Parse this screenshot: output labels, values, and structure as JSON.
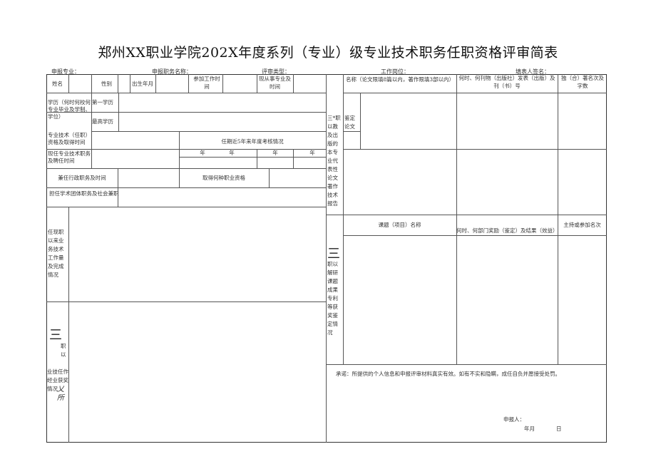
{
  "title": "郑州XX职业学院202X年度系列（专业）级专业技术职务任职资格评审简表",
  "header": {
    "apply_major": "申报专业：",
    "apply_position": "申报职务名称：",
    "review_type": "评审类型：",
    "work_post": "工作岗位：",
    "filler_sign": "填表人签名："
  },
  "left": {
    "name": "姓名",
    "gender": "性别",
    "birth": "出生年月",
    "join_work_time": "参加工作时间",
    "current_major_time": "现从事专业及时间",
    "education": "学历（何时何校何专业毕业及学制、学位）",
    "first_edu": "第一学历",
    "highest_edu": "最高学历",
    "qualification": "专业技术（任职）资格及取得时间",
    "assessment": "任期近5年来年度考核情况",
    "current_position": "现任专业技术职务及聘任时间",
    "year": "年",
    "admin_post": "兼任行政职务及时间",
    "vocational_cert": "取得何种职业资格",
    "academic_org": "担任学术团体职务及社会兼职",
    "workload": "任现职以来业务技术工作量及完成情况",
    "awards_mark": "三",
    "awards_main": "职以",
    "awards_rest": "业技任作经业获奖情况",
    "awards_note": "乂所"
  },
  "right": {
    "papers_side": "三*职以教及出版的本专业代表性论文著作技术报告",
    "papers_sub": "鉴定论文",
    "papers_col1": "名称（论文限填8篇以内，著作限填3部以内）",
    "papers_col2": "何时、何刊物（出版社）发表（出版）及刊（书）号",
    "papers_col3": "独（合）著名次及字数",
    "research_mark": "三",
    "research_side": "职以解研课题成果专利等获奖鉴定情况",
    "research_col1": "课题（项目）名称",
    "research_col2": "何时、何部门奖励（鉴定）及结果（效益）",
    "research_col3": "主持或参加名次",
    "commitment": "承诺：所提供的个人信息和申报评审材料真实有效。如有不实和隐瞒，成任自负并愿接受处罚。",
    "applicant": "申报人：",
    "date": "年月　　　　日"
  }
}
